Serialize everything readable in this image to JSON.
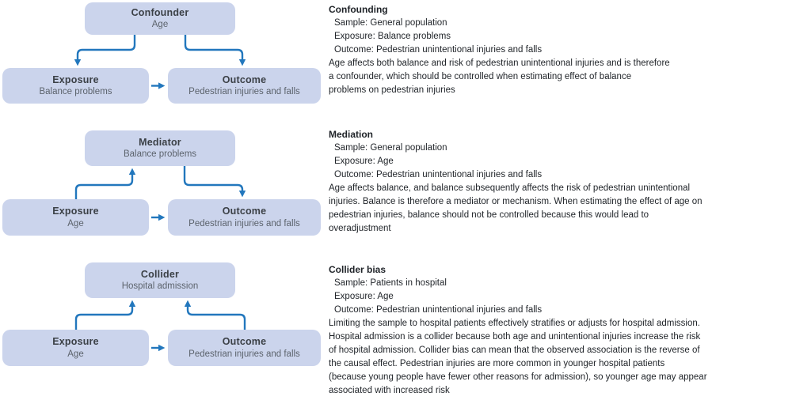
{
  "colors": {
    "node_fill": "#cbd4ec",
    "arrow": "#2277bd",
    "node_role_text": "#3b4046",
    "node_label_text": "#5c636c",
    "body_text": "#1f2328"
  },
  "diagrams": [
    {
      "name": "confounding",
      "top_node": {
        "role": "Confounder",
        "label": "Age"
      },
      "exposure_node": {
        "role": "Exposure",
        "label": "Balance problems"
      },
      "outcome_node": {
        "role": "Outcome",
        "label": "Pedestrian injuries and falls"
      },
      "edges": [
        {
          "from": "Confounder",
          "to": "Exposure"
        },
        {
          "from": "Confounder",
          "to": "Outcome"
        },
        {
          "from": "Exposure",
          "to": "Outcome"
        }
      ]
    },
    {
      "name": "mediation",
      "top_node": {
        "role": "Mediator",
        "label": "Balance problems"
      },
      "exposure_node": {
        "role": "Exposure",
        "label": "Age"
      },
      "outcome_node": {
        "role": "Outcome",
        "label": "Pedestrian injuries and falls"
      },
      "edges": [
        {
          "from": "Exposure",
          "to": "Mediator"
        },
        {
          "from": "Mediator",
          "to": "Outcome"
        },
        {
          "from": "Exposure",
          "to": "Outcome"
        }
      ]
    },
    {
      "name": "collider-bias",
      "top_node": {
        "role": "Collider",
        "label": "Hospital admission"
      },
      "exposure_node": {
        "role": "Exposure",
        "label": "Age"
      },
      "outcome_node": {
        "role": "Outcome",
        "label": "Pedestrian injuries and falls"
      },
      "edges": [
        {
          "from": "Exposure",
          "to": "Collider"
        },
        {
          "from": "Outcome",
          "to": "Collider"
        },
        {
          "from": "Exposure",
          "to": "Outcome"
        }
      ]
    }
  ],
  "sections": [
    {
      "heading": "Confounding",
      "sample": "Sample: General population",
      "exposure": "Exposure: Balance problems",
      "outcome": "Outcome: Pedestrian unintentional injuries and falls",
      "description": "Age affects both balance and risk of pedestrian unintentional injuries and is therefore\na confounder, which should be controlled when estimating effect of balance\nproblems on pedestrian injuries"
    },
    {
      "heading": "Mediation",
      "sample": "Sample: General population",
      "exposure": "Exposure: Age",
      "outcome": "Outcome: Pedestrian unintentional injuries and falls",
      "description": "Age affects balance, and balance subsequently affects the risk of pedestrian unintentional\ninjuries. Balance is therefore a mediator or mechanism. When estimating the effect of age on\npedestrian injuries, balance should not be controlled because this would lead to\noveradjustment"
    },
    {
      "heading": "Collider bias",
      "sample": "Sample: Patients in hospital",
      "exposure": "Exposure: Age",
      "outcome": "Outcome: Pedestrian unintentional injuries and falls",
      "description": "Limiting the sample to hospital patients effectively stratifies or adjusts for hospital admission.\nHospital admission is a collider because both age and unintentional injuries increase the risk\nof hospital admission. Collider bias can mean that the observed association is the reverse of\nthe causal effect. Pedestrian injuries are more common in younger hospital patients\n(because young people have fewer other reasons for admission), so younger age may appear\nassociated with increased risk"
    }
  ]
}
